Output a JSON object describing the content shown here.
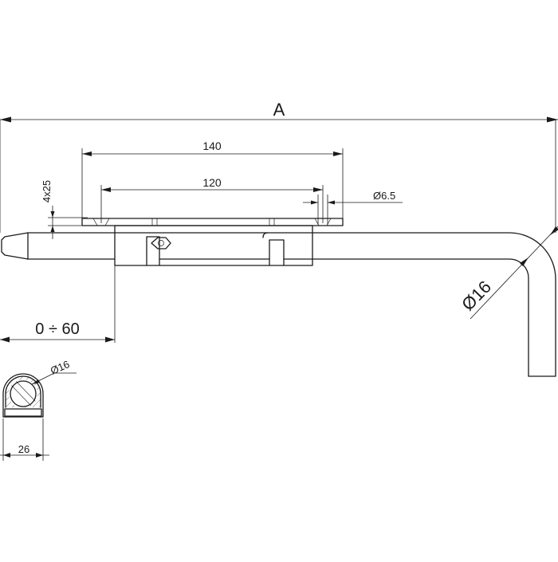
{
  "dimensions": {
    "overall_length": "A",
    "plate_length": "140",
    "hole_spacing": "120",
    "hole_diameter": "Ø6.5",
    "screw_count_size": "4x25",
    "bolt_diameter": "Ø16",
    "travel": "0 ÷ 60",
    "section_diameter": "Ø16",
    "section_width": "26"
  },
  "colors": {
    "line": "#1a1a1a",
    "background": "#ffffff"
  }
}
